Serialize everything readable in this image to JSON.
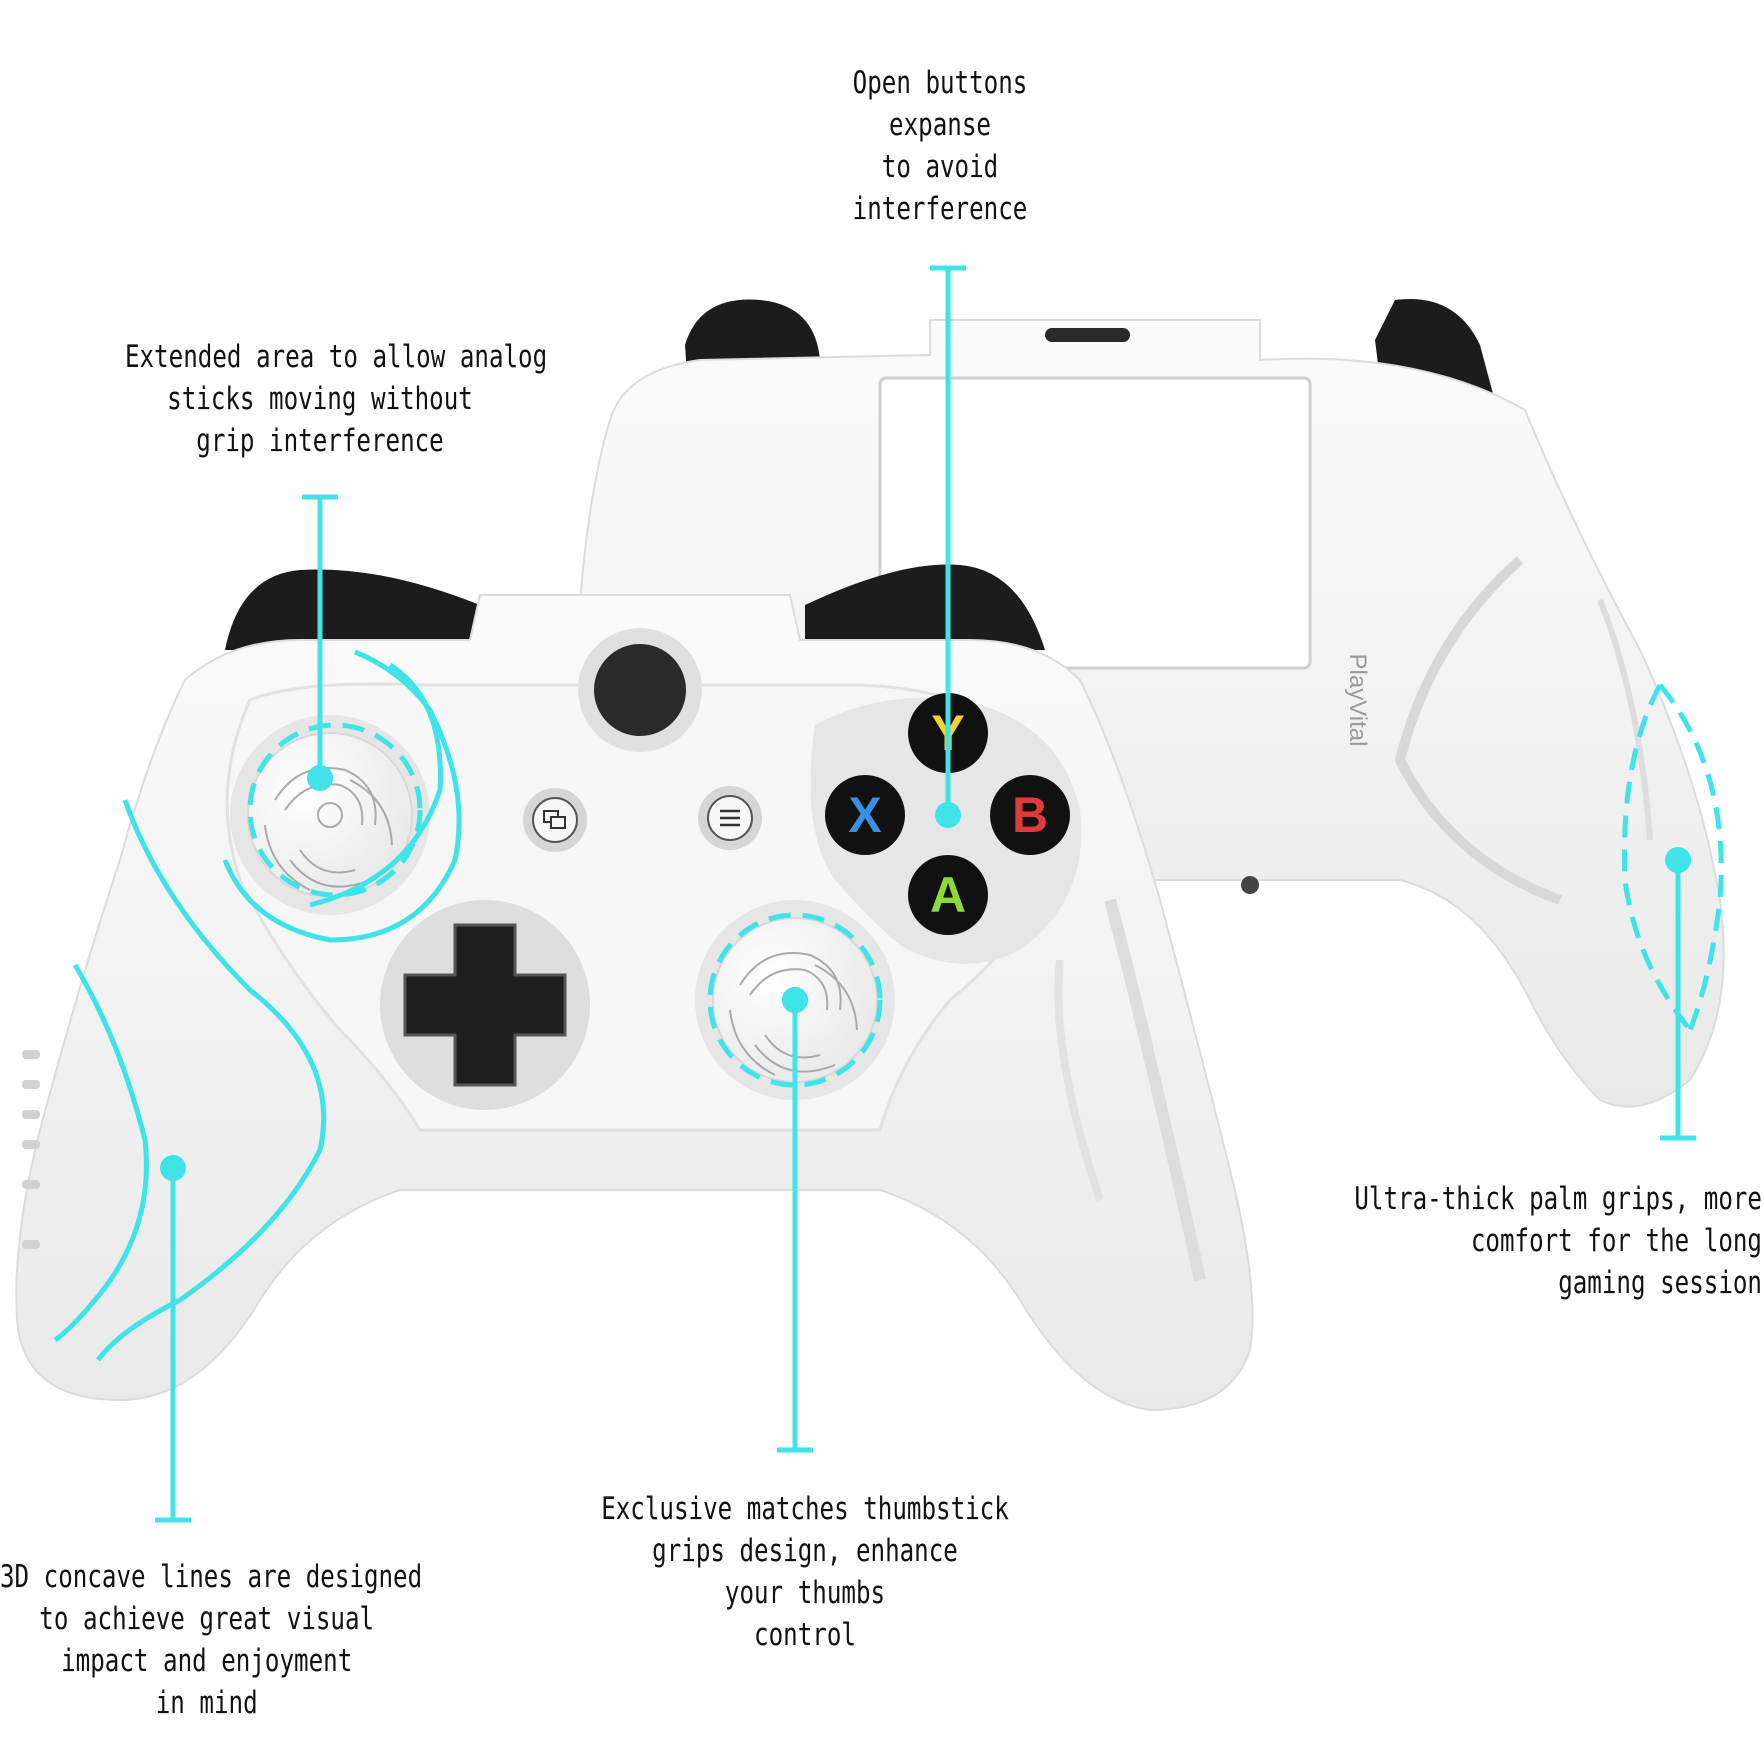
{
  "colors": {
    "accent": "#3fe3e8",
    "shell": "#f4f4f4",
    "shell_shadow": "#d9d9d9",
    "trigger": "#1c1c1c",
    "button_y": "#f2d22e",
    "button_x": "#3a8fe0",
    "button_b": "#e03a3a",
    "button_a": "#8dd93a"
  },
  "controller_front": {
    "face_buttons": {
      "y": "Y",
      "x": "X",
      "b": "B",
      "a": "A"
    }
  },
  "controller_back": {
    "brand": "PlayVital"
  },
  "callouts": {
    "buttons": [
      "Open buttons",
      "expanse",
      "to avoid",
      "interference"
    ],
    "sticks": [
      "Extended area to allow analog",
      "sticks moving without",
      "grip interference"
    ],
    "palm": [
      "Ultra-thick palm grips, more",
      "comfort for the long",
      "gaming session"
    ],
    "thumbstick": [
      "Exclusive matches thumbstick",
      "grips design, enhance",
      "your thumbs",
      "control"
    ],
    "lines": [
      "3D concave lines are designed",
      "to achieve great visual",
      "impact and enjoyment",
      "in mind"
    ]
  }
}
